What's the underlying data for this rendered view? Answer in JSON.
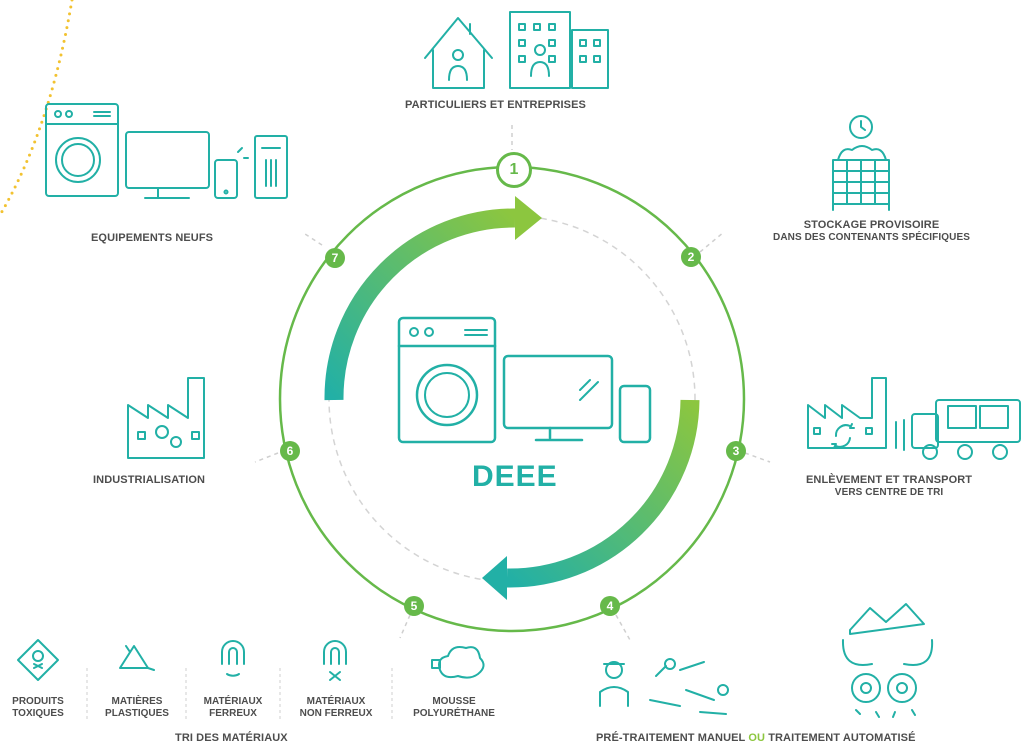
{
  "center": {
    "title": "DEEE"
  },
  "steps": [
    {
      "number": "1",
      "label": "PARTICULIERS ET ENTREPRISES",
      "sub": ""
    },
    {
      "number": "2",
      "label": "STOCKAGE PROVISOIRE",
      "sub": "DANS DES CONTENANTS SPÉCIFIQUES"
    },
    {
      "number": "3",
      "label": "ENLÈVEMENT ET TRANSPORT",
      "sub": "VERS CENTRE DE TRI"
    },
    {
      "number": "4",
      "label_a": "PRÉ-TRAITEMENT MANUEL",
      "connector": "OU",
      "label_b": "TRAITEMENT AUTOMATISÉ"
    },
    {
      "number": "5",
      "label": "TRI DES MATÉRIAUX",
      "sub": ""
    },
    {
      "number": "6",
      "label": "INDUSTRIALISATION",
      "sub": ""
    },
    {
      "number": "7",
      "label": "EQUIPEMENTS NEUFS",
      "sub": ""
    }
  ],
  "materials": [
    {
      "line1": "PRODUITS",
      "line2": "TOXIQUES",
      "icon": "toxic-diamond-icon"
    },
    {
      "line1": "MATIÈRES",
      "line2": "PLASTIQUES",
      "icon": "recycle-3-icon"
    },
    {
      "line1": "MATÉRIAUX",
      "line2": "FERREUX",
      "icon": "magnet-icon"
    },
    {
      "line1": "MATÉRIAUX",
      "line2": "NON FERREUX",
      "icon": "magnet-cross-icon"
    },
    {
      "line1": "MOUSSE",
      "line2": "POLYURÉTHANE",
      "icon": "foam-icon"
    }
  ],
  "colors": {
    "teal": "#22b0a6",
    "green": "#66b94a",
    "lightgreen": "#8cc63f",
    "yellow": "#f2c230",
    "text": "#4d4d4d"
  }
}
